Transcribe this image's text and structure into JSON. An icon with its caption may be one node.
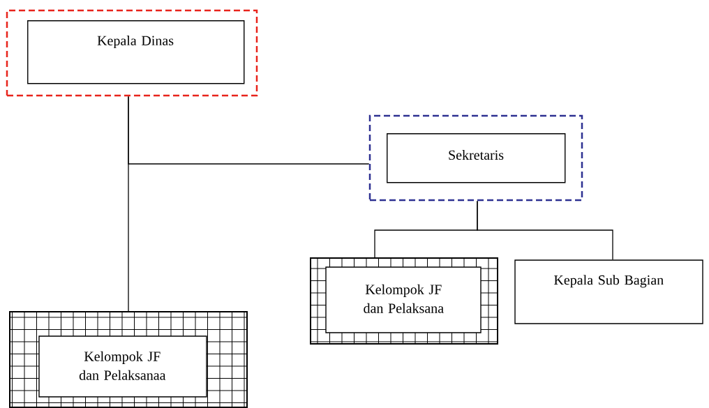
{
  "diagram": {
    "nodes": [
      {
        "text": [],
        "shape": "box"
      },
      {
        "text": [
          "Kepala Dinas"
        ],
        "in": 0
      },
      {
        "text": [],
        "shape": "box"
      },
      {
        "text": [
          "Sekretaris"
        ],
        "in": 2
      },
      {
        "text": [],
        "shape": "box"
      },
      {
        "text": [
          "Kelompok JF dan Pelaksanaa"
        ],
        "in": 4
      },
      {
        "text": [],
        "shape": "box"
      },
      {
        "text": [
          "Kelompok JF dan Pelaksana"
        ],
        "in": 6
      },
      {
        "text": [
          "Kepala Sub Bagian"
        ]
      }
    ],
    "edges": [
      {
        "from": 0,
        "to": 2,
        "arrow": "none"
      },
      {
        "from": 0,
        "to": 4,
        "arrow": "none"
      },
      {
        "from": 2,
        "to": 6,
        "arrow": "none"
      },
      {
        "from": 2,
        "to": 8,
        "arrow": "none"
      }
    ]
  }
}
